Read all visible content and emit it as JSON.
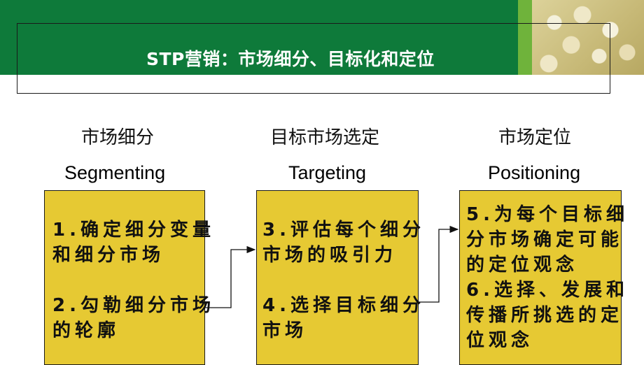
{
  "header": {
    "title": "STP营销：市场细分、目标化和定位"
  },
  "columns": [
    {
      "title_cn": "市场细分",
      "title_en": "Segmenting",
      "steps": [
        [
          "1.确定细分变量",
          "和细分市场"
        ],
        [
          "2.勾勒细分市场",
          "的轮廓"
        ]
      ]
    },
    {
      "title_cn": "目标市场选定",
      "title_en": "Targeting",
      "steps": [
        [
          "3.评估每个细分",
          "市场的吸引力"
        ],
        [
          "4.选择目标细分",
          "市场"
        ]
      ]
    },
    {
      "title_cn": "市场定位",
      "title_en": "Positioning",
      "steps": [
        [
          "5.为每个目标细",
          "分市场确定可能",
          "的定位观念"
        ],
        [
          "6.选择、发展和",
          "传播所挑选的定",
          "位观念"
        ]
      ]
    }
  ],
  "colors": {
    "banner": "#0e7a3a",
    "banner_accent": "#6fb33b",
    "box_fill": "#e6c933"
  }
}
